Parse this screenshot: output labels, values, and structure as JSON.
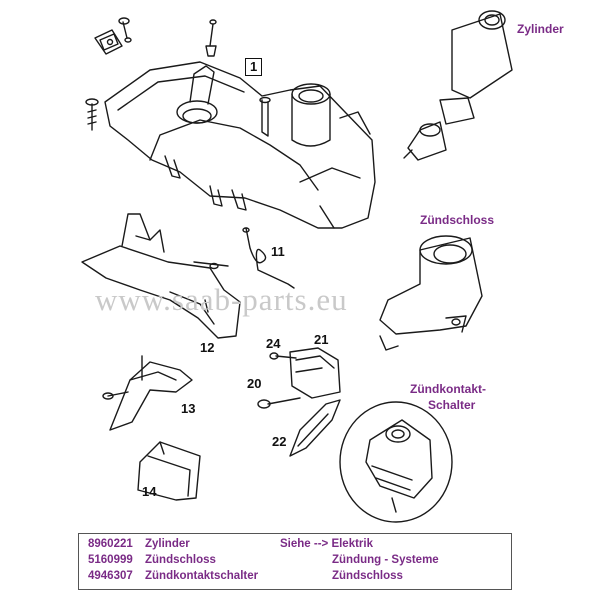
{
  "diagram": {
    "callouts": {
      "c1": "1",
      "c11": "11",
      "c12": "12",
      "c13": "13",
      "c14": "14",
      "c20": "20",
      "c21": "21",
      "c22": "22",
      "c24": "24"
    },
    "labels": {
      "zylinder": "Zylinder",
      "zuendschloss": "Zündschloss",
      "kontakt_line1": "Zündkontakt-",
      "kontakt_line2": "Schalter"
    },
    "watermark": "www.saab-parts.eu"
  },
  "legend": {
    "rows": [
      {
        "partno": "8960221",
        "name": "Zylinder",
        "ref": "Siehe --> Elektrik"
      },
      {
        "partno": "5160999",
        "name": "Zündschloss",
        "ref": "Zündung - Systeme"
      },
      {
        "partno": "4946307",
        "name": "Zündkontaktschalter",
        "ref": "Zündschloss"
      }
    ]
  },
  "colors": {
    "label_purple": "#7a2b86",
    "line": "#1a1a1a",
    "watermark": "#c9c9c9"
  }
}
